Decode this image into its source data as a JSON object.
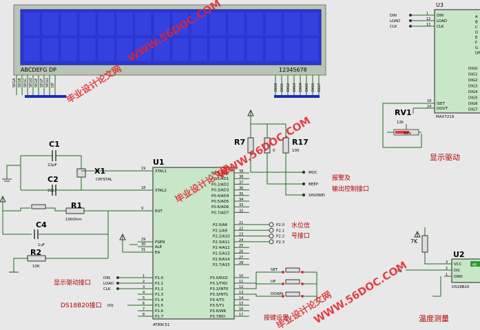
{
  "lcd": {
    "seg_caption": "ABCDEFG DP",
    "dig_caption": "12345678",
    "seg_pins": [
      "SEGA",
      "SEGB",
      "SEGC",
      "SEGD",
      "SEGE",
      "SEGF",
      "SEGG",
      "DP"
    ],
    "dig_pins": [
      "DIG0",
      "DIG1",
      "DIG2",
      "DIG3",
      "DIG4",
      "DIG5",
      "DIG6",
      "DIG7"
    ]
  },
  "u3": {
    "ref": "U3",
    "part": "MAX7219",
    "inputs": [
      {
        "net": "DIN",
        "num": "1",
        "pin": "DIN"
      },
      {
        "net": "LOAD",
        "num": "12",
        "pin": "LOAD"
      },
      {
        "net": "CLK",
        "num": "13",
        "pin": "CLK"
      }
    ],
    "right_pins": [
      "A",
      "B",
      "C",
      "D",
      "E",
      "F",
      "G",
      "DP"
    ],
    "dig_pins": [
      "DIG0",
      "DIG1",
      "DIG2",
      "DIG3",
      "DIG4",
      "DIG5",
      "DIG6",
      "DIG7"
    ],
    "iset": {
      "num": "18",
      "pin": "ISET"
    },
    "dout": {
      "num": "24",
      "pin": "DOUT"
    }
  },
  "rv1": {
    "ref": "RV1",
    "value": "12k",
    "pct": "50%"
  },
  "display_driver_label": "显示驱动",
  "u1": {
    "ref": "U1",
    "part": "AT89C51",
    "left_pins": [
      {
        "num": "19",
        "name": "XTAL1"
      },
      {
        "num": "18",
        "name": "XTAL2"
      },
      {
        "num": "9",
        "name": "RST"
      },
      {
        "num": "29",
        "name": "PSEN"
      },
      {
        "num": "30",
        "name": "ALE"
      },
      {
        "num": "31",
        "name": "EA"
      }
    ],
    "p1_pins": [
      {
        "num": "1",
        "name": "P1.0",
        "net": "DIN"
      },
      {
        "num": "2",
        "name": "P1.1",
        "net": "LOAD"
      },
      {
        "num": "3",
        "name": "P1.2",
        "net": "CLK"
      },
      {
        "num": "4",
        "name": "P1.3",
        "net": ""
      },
      {
        "num": "5",
        "name": "P1.4",
        "net": ""
      },
      {
        "num": "6",
        "name": "P1.5",
        "net": "DQ"
      },
      {
        "num": "7",
        "name": "P1.6",
        "net": ""
      },
      {
        "num": "8",
        "name": "P1.7",
        "net": ""
      }
    ],
    "p0_pins": [
      {
        "num": "39",
        "name": "P0.0/AD0"
      },
      {
        "num": "38",
        "name": "P0.1/AD1"
      },
      {
        "num": "37",
        "name": "P0.2/AD2"
      },
      {
        "num": "36",
        "name": "P0.3/AD3"
      },
      {
        "num": "35",
        "name": "P0.4/AD4"
      },
      {
        "num": "34",
        "name": "P0.5/AD5"
      },
      {
        "num": "33",
        "name": "P0.6/AD6"
      },
      {
        "num": "32",
        "name": "P0.7/AD7"
      }
    ],
    "p2_pins": [
      {
        "num": "21",
        "name": "P2.0/A8"
      },
      {
        "num": "22",
        "name": "P2.1/A9"
      },
      {
        "num": "23",
        "name": "P2.2/A10"
      },
      {
        "num": "24",
        "name": "P2.3/A11"
      },
      {
        "num": "25",
        "name": "P2.4/A12"
      },
      {
        "num": "26",
        "name": "P2.5/A13"
      },
      {
        "num": "27",
        "name": "P2.6/A14"
      },
      {
        "num": "28",
        "name": "P2.7/A15"
      }
    ],
    "p3_pins": [
      {
        "num": "10",
        "name": "P3.0/RXD"
      },
      {
        "num": "11",
        "name": "P3.1/TXD"
      },
      {
        "num": "12",
        "name": "P3.2/INT0"
      },
      {
        "num": "13",
        "name": "P3.3/INT1"
      },
      {
        "num": "14",
        "name": "P3.4/T0"
      },
      {
        "num": "15",
        "name": "P3.5/T1"
      },
      {
        "num": "16",
        "name": "P3.6/WR"
      },
      {
        "num": "17",
        "name": "P3.7/RD"
      }
    ]
  },
  "c1": {
    "ref": "C1",
    "value": "22pF"
  },
  "c2": {
    "ref": "C2",
    "value": "22pF"
  },
  "x1": {
    "ref": "X1",
    "value": "CRYSTAL"
  },
  "r1": {
    "ref": "R1",
    "value": "100Ohm"
  },
  "c4": {
    "ref": "C4",
    "value": "1uF"
  },
  "r2": {
    "ref": "R2",
    "value": "10K"
  },
  "r7": {
    "ref": "R7"
  },
  "r17": {
    "ref": "R17",
    "value": "100"
  },
  "r_mid_value": "0",
  "outputs": [
    "MOC",
    "BEEP",
    "SHUIWEI"
  ],
  "alarm_label_1": "报警及",
  "alarm_label_2": "输出控制接口",
  "water_nets": [
    "P2.0",
    "P2.1",
    "P2.2",
    "P2.3"
  ],
  "water_label_1": "水位信",
  "water_label_2": "号接口",
  "keys": [
    "SET",
    "UP",
    "DOWN"
  ],
  "key_label": "按键设置",
  "display_iface_label": "显示驱动接口",
  "ds_iface_label": "DS18B20接口",
  "u2": {
    "ref": "U2",
    "part": "DS18B20",
    "pins": [
      {
        "num": "3",
        "name": "VCC"
      },
      {
        "num": "2",
        "name": "DQ"
      },
      {
        "num": "1",
        "name": "GND"
      }
    ],
    "readout": "40"
  },
  "r_pullup_value": "7K",
  "dq_net": "DQ",
  "temp_label": "温度测量",
  "watermarks": [
    "WWW.56DOC.COM",
    "毕业设计论文网"
  ]
}
